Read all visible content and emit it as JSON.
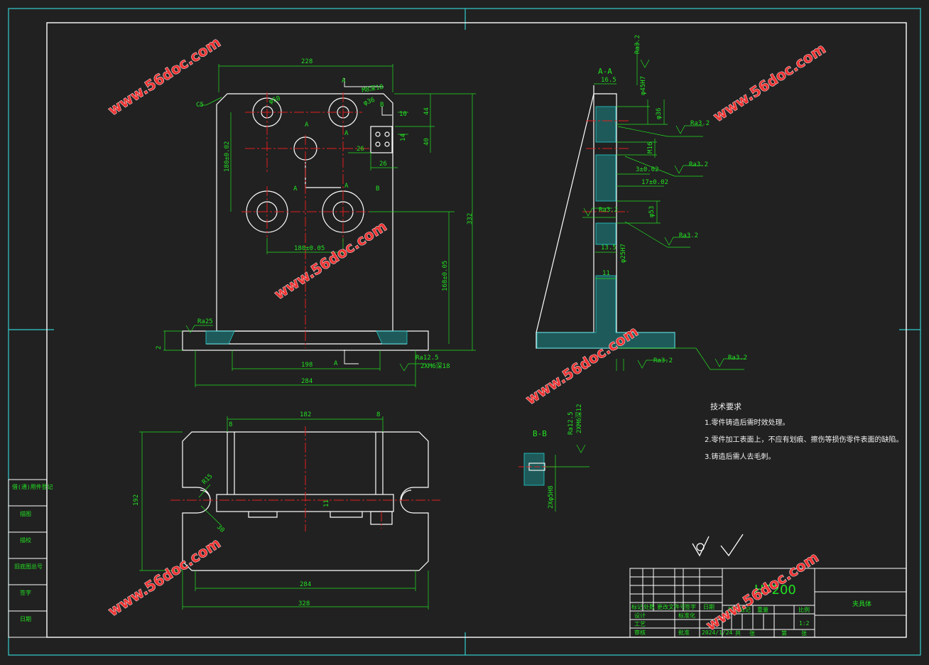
{
  "watermark": "www.56doc.com",
  "material": "HT200",
  "part_name": "夹具体",
  "scale": "1:2",
  "date": "2024/1/24",
  "section_labels": {
    "aa": "A-A",
    "bb": "B-B",
    "a": "A",
    "b": "B"
  },
  "tech_requirements": {
    "title": "技术要求",
    "items": [
      "1.零件铸造后需时效处理。",
      "2.零件加工表面上，不应有划痕、擦伤等损伤零件表面的缺陷。",
      "3.铸造后需人去毛刺。"
    ]
  },
  "side_column": [
    "借(通)用件登记",
    "描图",
    "描校",
    "旧底图总号",
    "签字",
    "日期"
  ],
  "title_block": {
    "row_labels": [
      "标记",
      "处数",
      "更改文件号",
      "签字",
      "日期"
    ],
    "designer": "设计",
    "checker": "审核",
    "process": "工艺",
    "std": "标准化",
    "approve": "批准",
    "stage_label": "阶段标记",
    "weight_label": "重量",
    "scale_label": "比例",
    "sheet_a": "共",
    "sheet_b": "张",
    "sheet_c": "第",
    "sheet_d": "张"
  },
  "dimensions": {
    "top_width": "228",
    "chamfer": "C5",
    "height_total": "332",
    "hole_dist": "168±0.05",
    "hole_dist2": "180±0.05",
    "vert1": "180±0.02",
    "d1": "44",
    "d2": "40",
    "d3": "14",
    "d4": "26",
    "d5": "26",
    "d6": "10",
    "phi1": "φ50",
    "phi2": "φ36",
    "thread": "M8深18",
    "base1": "198",
    "base2": "284",
    "thread2": "2XM6深18",
    "ra125": "Ra12.5",
    "ra25": "Ra25",
    "base_h": "2",
    "plan_w1": "182",
    "plan_w2": "8",
    "plan_w3": "8",
    "plan_h": "192",
    "plan_b1": "284",
    "plan_b2": "328",
    "plan_r": "R15",
    "plan_l": "30",
    "plan_t": "11",
    "sec_w": "16.5",
    "sec_phi1": "φ45H7",
    "sec_phi2": "φ36",
    "sec_m": "M16",
    "sec_a": "3±0.02",
    "sec_b": "17±0.02",
    "sec_phi3": "φ53",
    "sec_c": "13.5",
    "sec_d": "11",
    "sec_e": "φ25H7",
    "ra32": "Ra3.2",
    "bb_thread": "2XM6深12",
    "bb_hole": "2Xφ5H8"
  }
}
